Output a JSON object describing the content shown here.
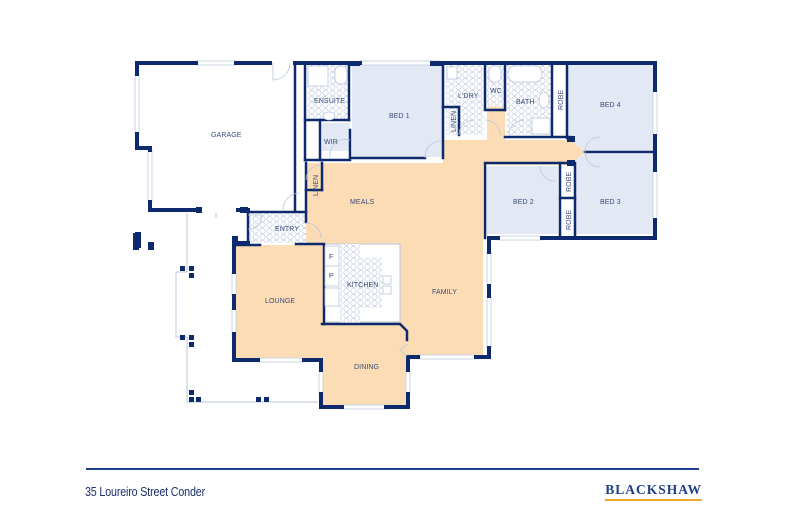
{
  "plan": {
    "colors": {
      "wall": "#0e2a6e",
      "living_fill": "#fcdcb4",
      "bedroom_fill": "#e3e9f4",
      "wet_tile": "#c8d3e8",
      "window": "#c9d3e6",
      "label": "#3a4a7a"
    },
    "rooms": {
      "garage": "GARAGE",
      "ensuite": "ENSUITE",
      "wir": "WIR",
      "bed1": "BED 1",
      "laundry": "L'DRY",
      "linen_laundry": "LINEN",
      "wc": "WC",
      "bath": "BATH",
      "robe_bed4": "ROBE",
      "bed4": "BED 4",
      "bed3": "BED 3",
      "robe_bed2": "ROBE",
      "robe_bed3": "ROBE",
      "bed2": "BED 2",
      "linen_meals": "LINEN",
      "meals": "MEALS",
      "entry": "ENTRY",
      "fridge": "F",
      "pantry": "P",
      "kitchen": "KITCHEN",
      "family": "FAMILY",
      "lounge": "LOUNGE",
      "dining": "DINING"
    }
  },
  "footer": {
    "address": "35 Loureiro Street Conder",
    "brand": "BLACKSHAW",
    "rule_color": "#1e3f8a",
    "brand_underline_color": "#f0a830"
  }
}
